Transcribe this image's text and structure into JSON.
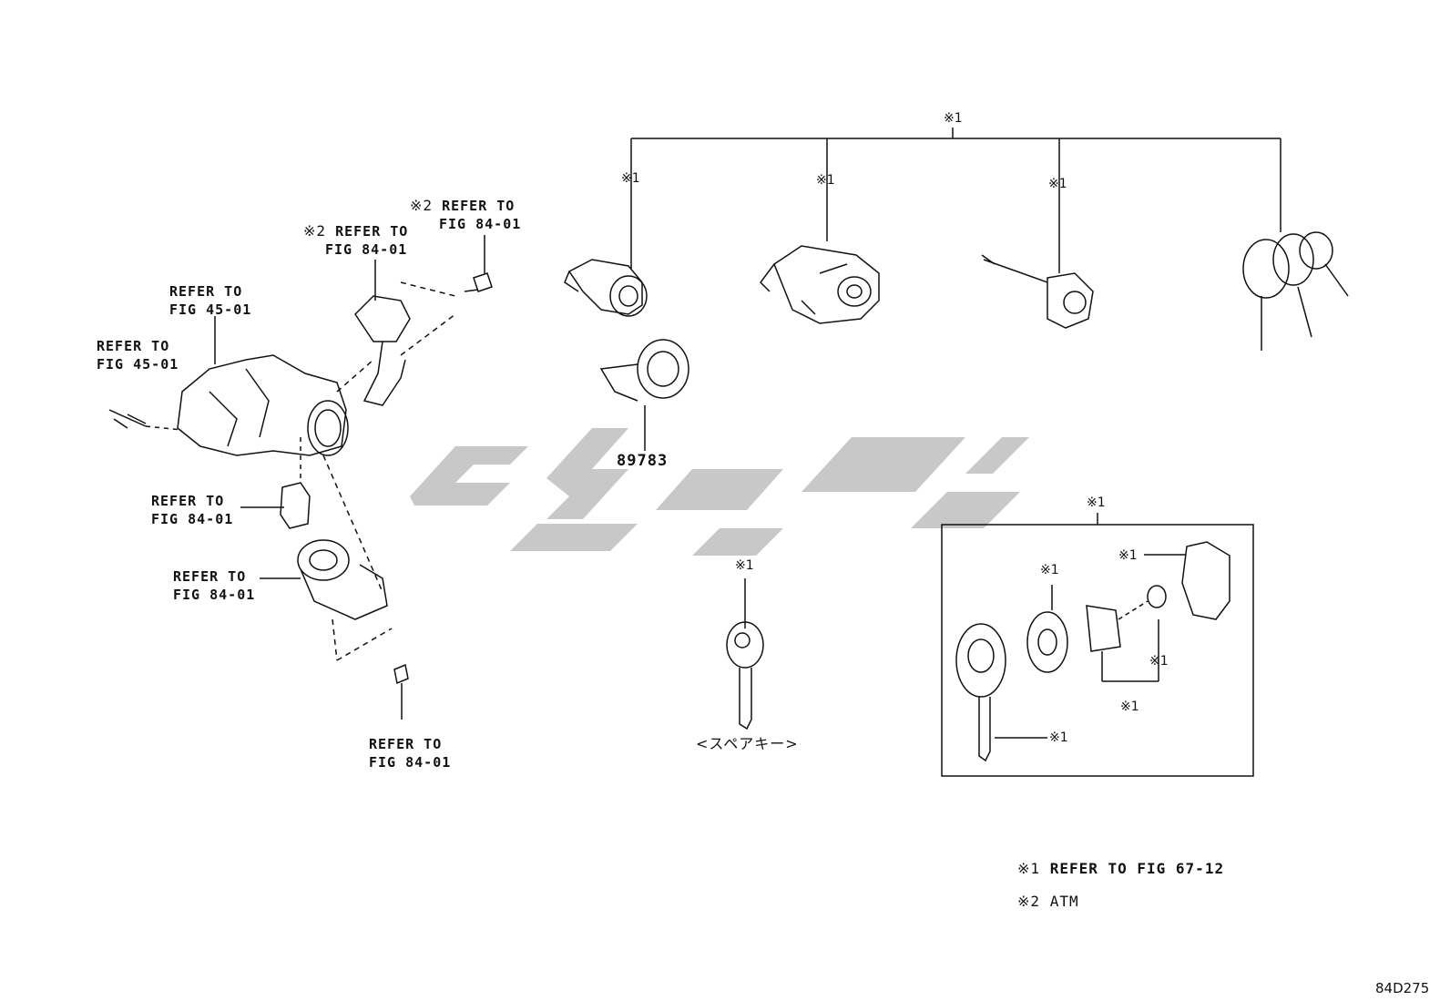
{
  "labels": {
    "ref_fig_45_01_a": "REFER TO\nFIG 45-01",
    "ref_fig_45_01_b": "REFER TO\nFIG 45-01",
    "ref_fig_84_01_top_mark": "※2",
    "ref_fig_84_01_top": "REFER TO",
    "ref_fig_84_01_top_line2": "FIG 84-01",
    "ref_fig_84_01_right_mark": "※2",
    "ref_fig_84_01_right": "REFER TO",
    "ref_fig_84_01_right_line2": "FIG 84-01",
    "ref_fig_84_01_switch": "REFER TO\nFIG 84-01",
    "ref_fig_84_01_housing": "REFER TO\nFIG 84-01",
    "ref_fig_84_01_screw": "REFER TO\nFIG 84-01",
    "part_number": "89783",
    "spare_key": "<スペアキー>",
    "mark1": "※1"
  },
  "legend": {
    "note1_mark": "※1",
    "note1_text": "REFER TO FIG 67-12",
    "note2_mark": "※2",
    "note2_text": "ATM"
  },
  "watermark_text": "تویوپارت",
  "figure_code": "84D275",
  "colors": {
    "line": "#111111",
    "watermark": "#c8c8c8",
    "background": "#ffffff"
  }
}
